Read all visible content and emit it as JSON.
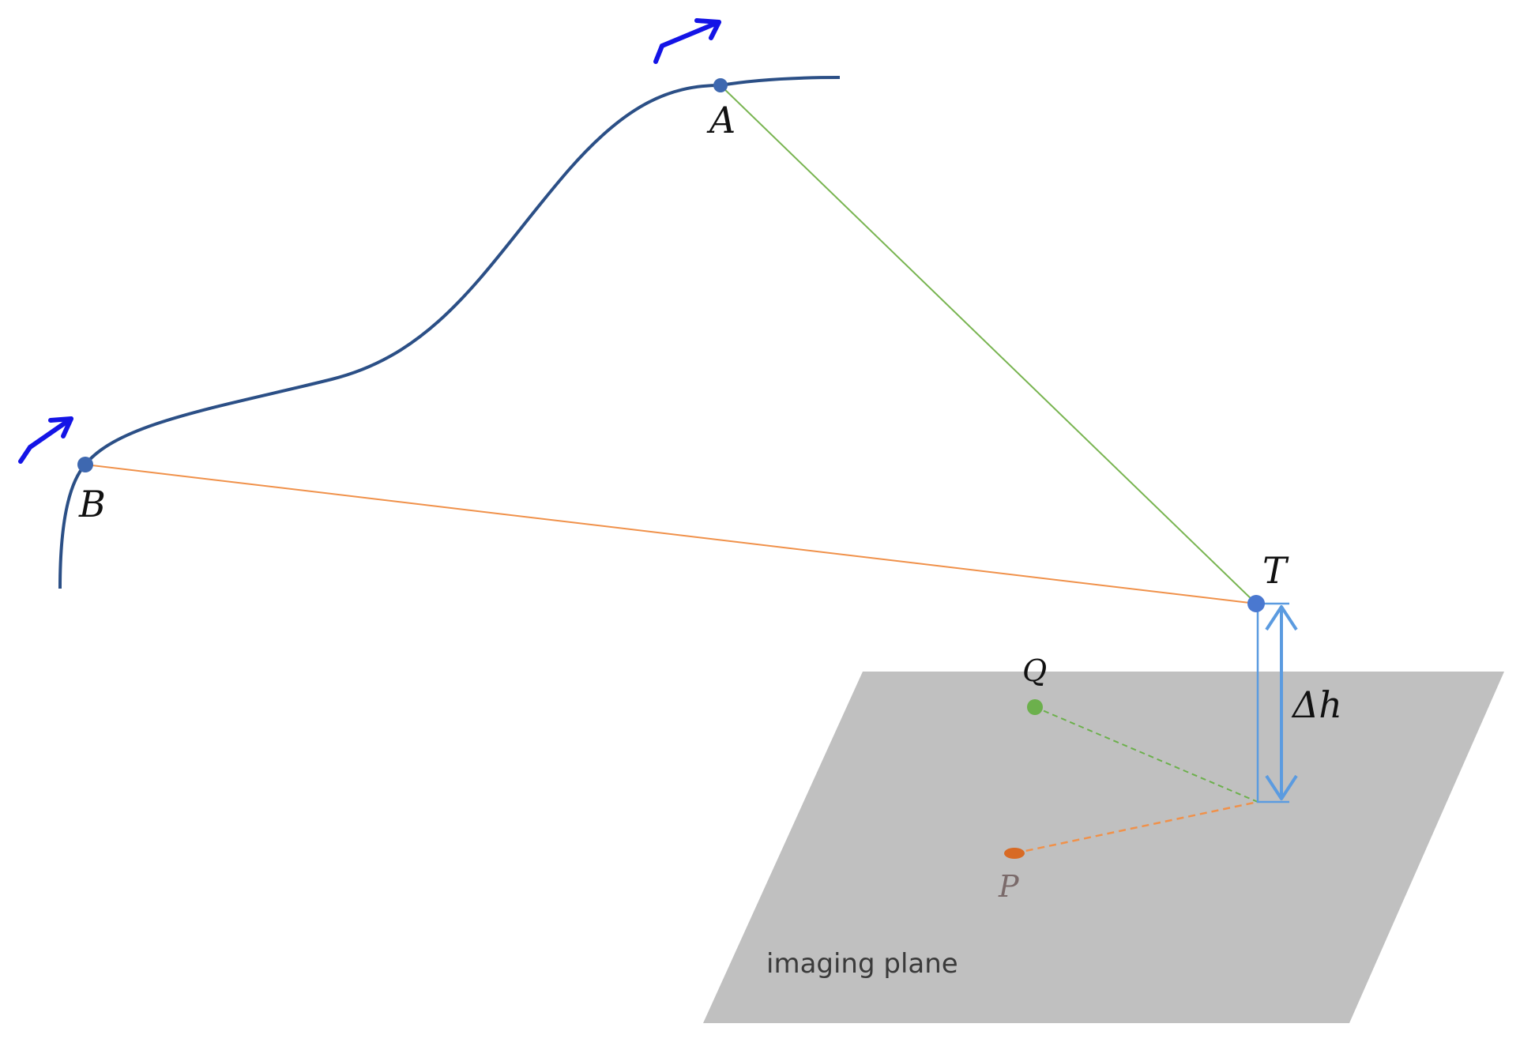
{
  "labels": {
    "a": "A",
    "b": "B",
    "t": "T",
    "q": "Q",
    "p": "P",
    "delta_h": "Δh",
    "plane": "imaging plane"
  },
  "colors": {
    "trajectory": "#2b4f86",
    "motion_arrow": "#1414e6",
    "point": "#3e68b0",
    "target_point": "#4a78d0",
    "line_at": "#78b450",
    "line_bt": "#f0914a",
    "plane": "#c0c0c0",
    "q_point": "#6cb04c",
    "p_point": "#d86a24",
    "delta_h": "#5b9be0",
    "label_p": "#7a6a6a"
  },
  "icons": {
    "motion_arrow_a": "motion-arrow-icon",
    "motion_arrow_b": "motion-arrow-icon"
  }
}
